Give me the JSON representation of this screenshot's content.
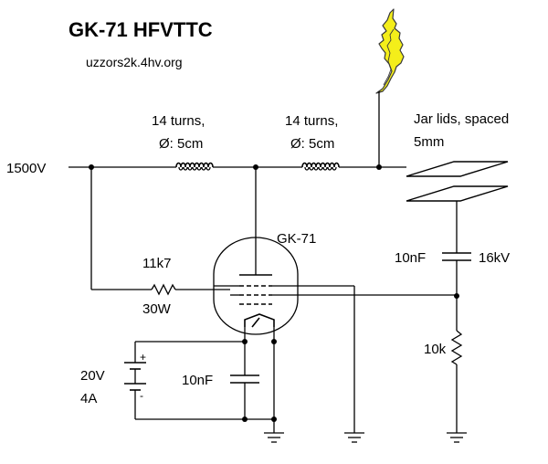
{
  "diagram": {
    "title": "GK-71 HFVTTC",
    "url": "uzzors2k.4hv.org",
    "supply_label": "1500V",
    "coil1_label_line1": "14 turns,",
    "coil1_label_line2": "Ø: 5cm",
    "coil2_label_line1": "14 turns,",
    "coil2_label_line2": "Ø: 5cm",
    "capacitor_label_line1": "Jar lids, spaced",
    "capacitor_label_line2": "5mm",
    "tube_label": "GK-71",
    "grid_resistor_value": "11k7",
    "grid_resistor_power": "30W",
    "coupling_cap_value": "10nF",
    "coupling_cap_voltage": "16kV",
    "bias_resistor_value": "10k",
    "heater_supply_voltage": "20V",
    "heater_supply_current": "4A",
    "heater_cap_value": "10nF",
    "battery_plus": "+",
    "battery_minus": "-",
    "colors": {
      "flame_fill": "#f4ee1a",
      "flame_stroke": "#3a3a3a",
      "wire": "#000000"
    }
  }
}
